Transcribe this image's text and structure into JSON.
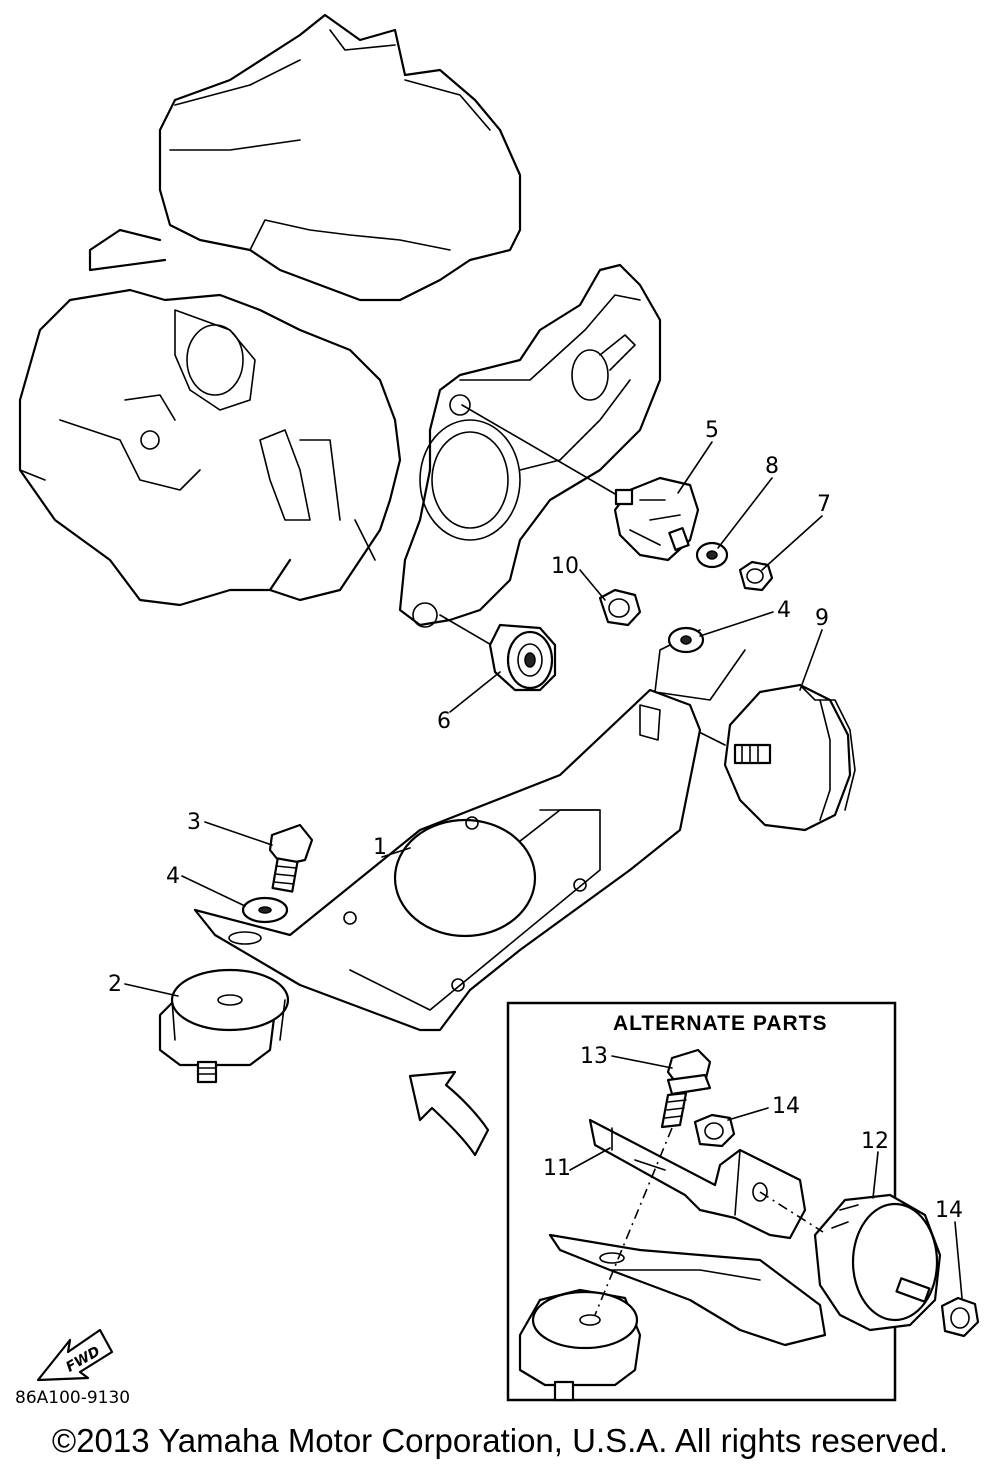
{
  "callouts": {
    "c1": "1",
    "c2": "2",
    "c3": "3",
    "c4a": "4",
    "c4b": "4",
    "c5": "5",
    "c6": "6",
    "c7": "7",
    "c8": "8",
    "c9": "9",
    "c10": "10",
    "c11": "11",
    "c12": "12",
    "c13": "13",
    "c14a": "14",
    "c14b": "14"
  },
  "alternate_box": {
    "title": "ALTERNATE PARTS"
  },
  "fwd_label": "FWD",
  "diagram_code": "86A100-9130",
  "copyright": "©2013 Yamaha Motor Corporation, U.S.A. All rights reserved."
}
